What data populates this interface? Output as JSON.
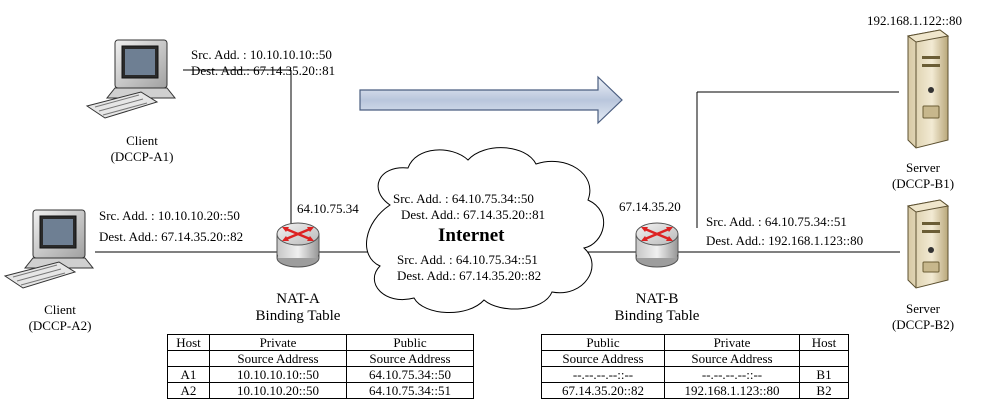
{
  "client_a1": {
    "label": "Client",
    "id": "(DCCP-A1)",
    "src": "Src. Add.  : 10.10.10.10::50",
    "dest": "Dest. Add.: 67.14.35.20::81"
  },
  "client_a2": {
    "label": "Client",
    "id": "(DCCP-A2)",
    "src": "Src. Add.  : 10.10.10.20::50",
    "dest": "Dest. Add.: 67.14.35.20::82"
  },
  "server_b1": {
    "label": "Server",
    "id": "(DCCP-B1)",
    "addr": "192.168.1.122::80"
  },
  "server_b2": {
    "label": "Server",
    "id": "(DCCP-B2)",
    "src": "Src. Add.  : 64.10.75.34::51",
    "dest": "Dest. Add.:  192.168.1.123::80"
  },
  "nat_a": {
    "ip": "64.10.75.34",
    "name": "NAT-A",
    "sub": "Binding Table"
  },
  "nat_b": {
    "ip": "67.14.35.20",
    "name": "NAT-B",
    "sub": "Binding Table"
  },
  "internet": {
    "label": "Internet",
    "flow1_src": "Src. Add.  : 64.10.75.34::50",
    "flow1_dest": "Dest. Add.: 67.14.35.20::81",
    "flow2_src": "Src. Add.  : 64.10.75.34::51",
    "flow2_dest": "Dest. Add.: 67.14.35.20::82"
  },
  "table_a": {
    "headers": [
      "Host",
      "Private",
      "Public"
    ],
    "subheaders": [
      "",
      "Source Address",
      "Source Address"
    ],
    "rows": [
      [
        "A1",
        "10.10.10.10::50",
        "64.10.75.34::50"
      ],
      [
        "A2",
        "10.10.10.20::50",
        "64.10.75.34::51"
      ]
    ]
  },
  "table_b": {
    "headers": [
      "Public",
      "Private",
      "Host"
    ],
    "subheaders": [
      "Source Address",
      "Source Address",
      ""
    ],
    "rows": [
      [
        "--.--.--.--::--",
        "--.--.--.--::--",
        "B1"
      ],
      [
        "67.14.35.20::82",
        "192.168.1.123::80",
        "B2"
      ]
    ]
  }
}
